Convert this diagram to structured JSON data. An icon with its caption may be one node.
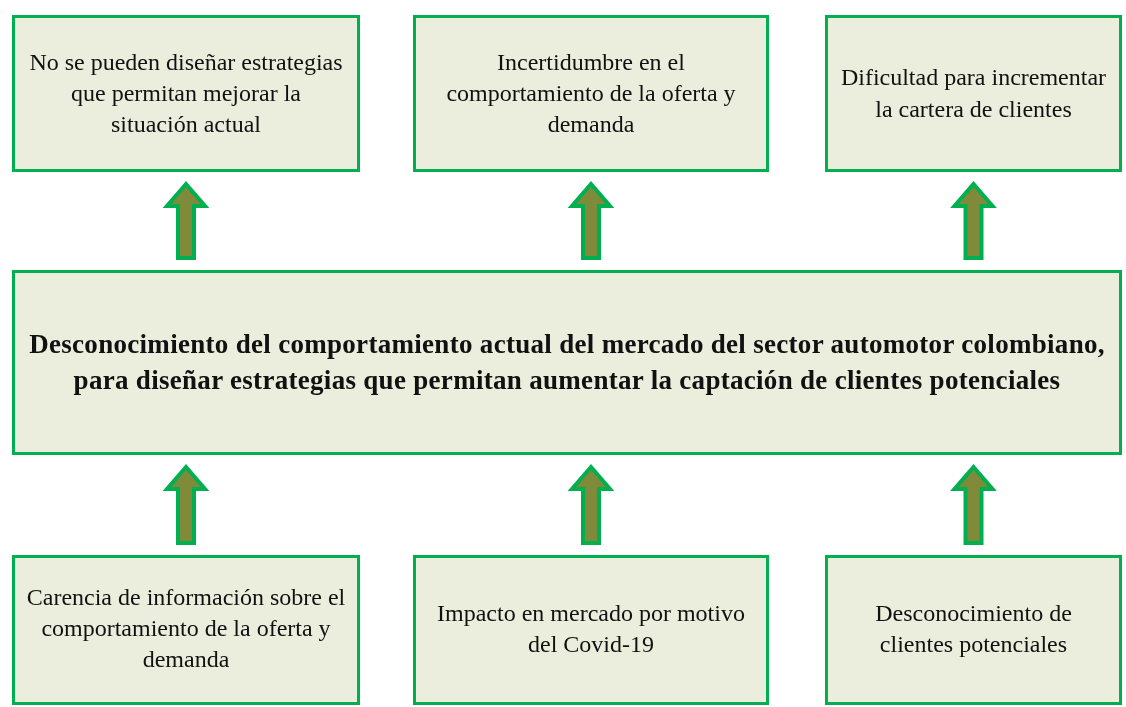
{
  "diagram": {
    "nodes": [
      {
        "text": [
          "No se pueden diseñar estrategias que permitan mejorar la situación actual"
        ]
      },
      {
        "text": [
          "Incertidumbre en el comportamiento de la oferta y demanda"
        ]
      },
      {
        "text": [
          "Dificultad para incrementar la cartera de clientes"
        ]
      },
      {
        "text": [
          "Desconocimiento del comportamiento actual del mercado del sector automotor colombiano, para diseñar estrategias que permitan aumentar la captación de clientes potenciales"
        ]
      },
      {
        "text": [
          "Carencia de información sobre el comportamiento de la oferta y demanda"
        ]
      },
      {
        "text": [
          "Impacto en mercado por motivo del Covid-19"
        ]
      },
      {
        "text": [
          "Desconocimiento de clientes potenciales"
        ]
      }
    ],
    "edges": [
      {
        "from": 3,
        "to": 0,
        "arrow": "to"
      },
      {
        "from": 3,
        "to": 1,
        "arrow": "to"
      },
      {
        "from": 3,
        "to": 2,
        "arrow": "to"
      },
      {
        "from": 4,
        "to": 3,
        "arrow": "to"
      },
      {
        "from": 5,
        "to": 3,
        "arrow": "to"
      },
      {
        "from": 6,
        "to": 3,
        "arrow": "to"
      }
    ]
  }
}
